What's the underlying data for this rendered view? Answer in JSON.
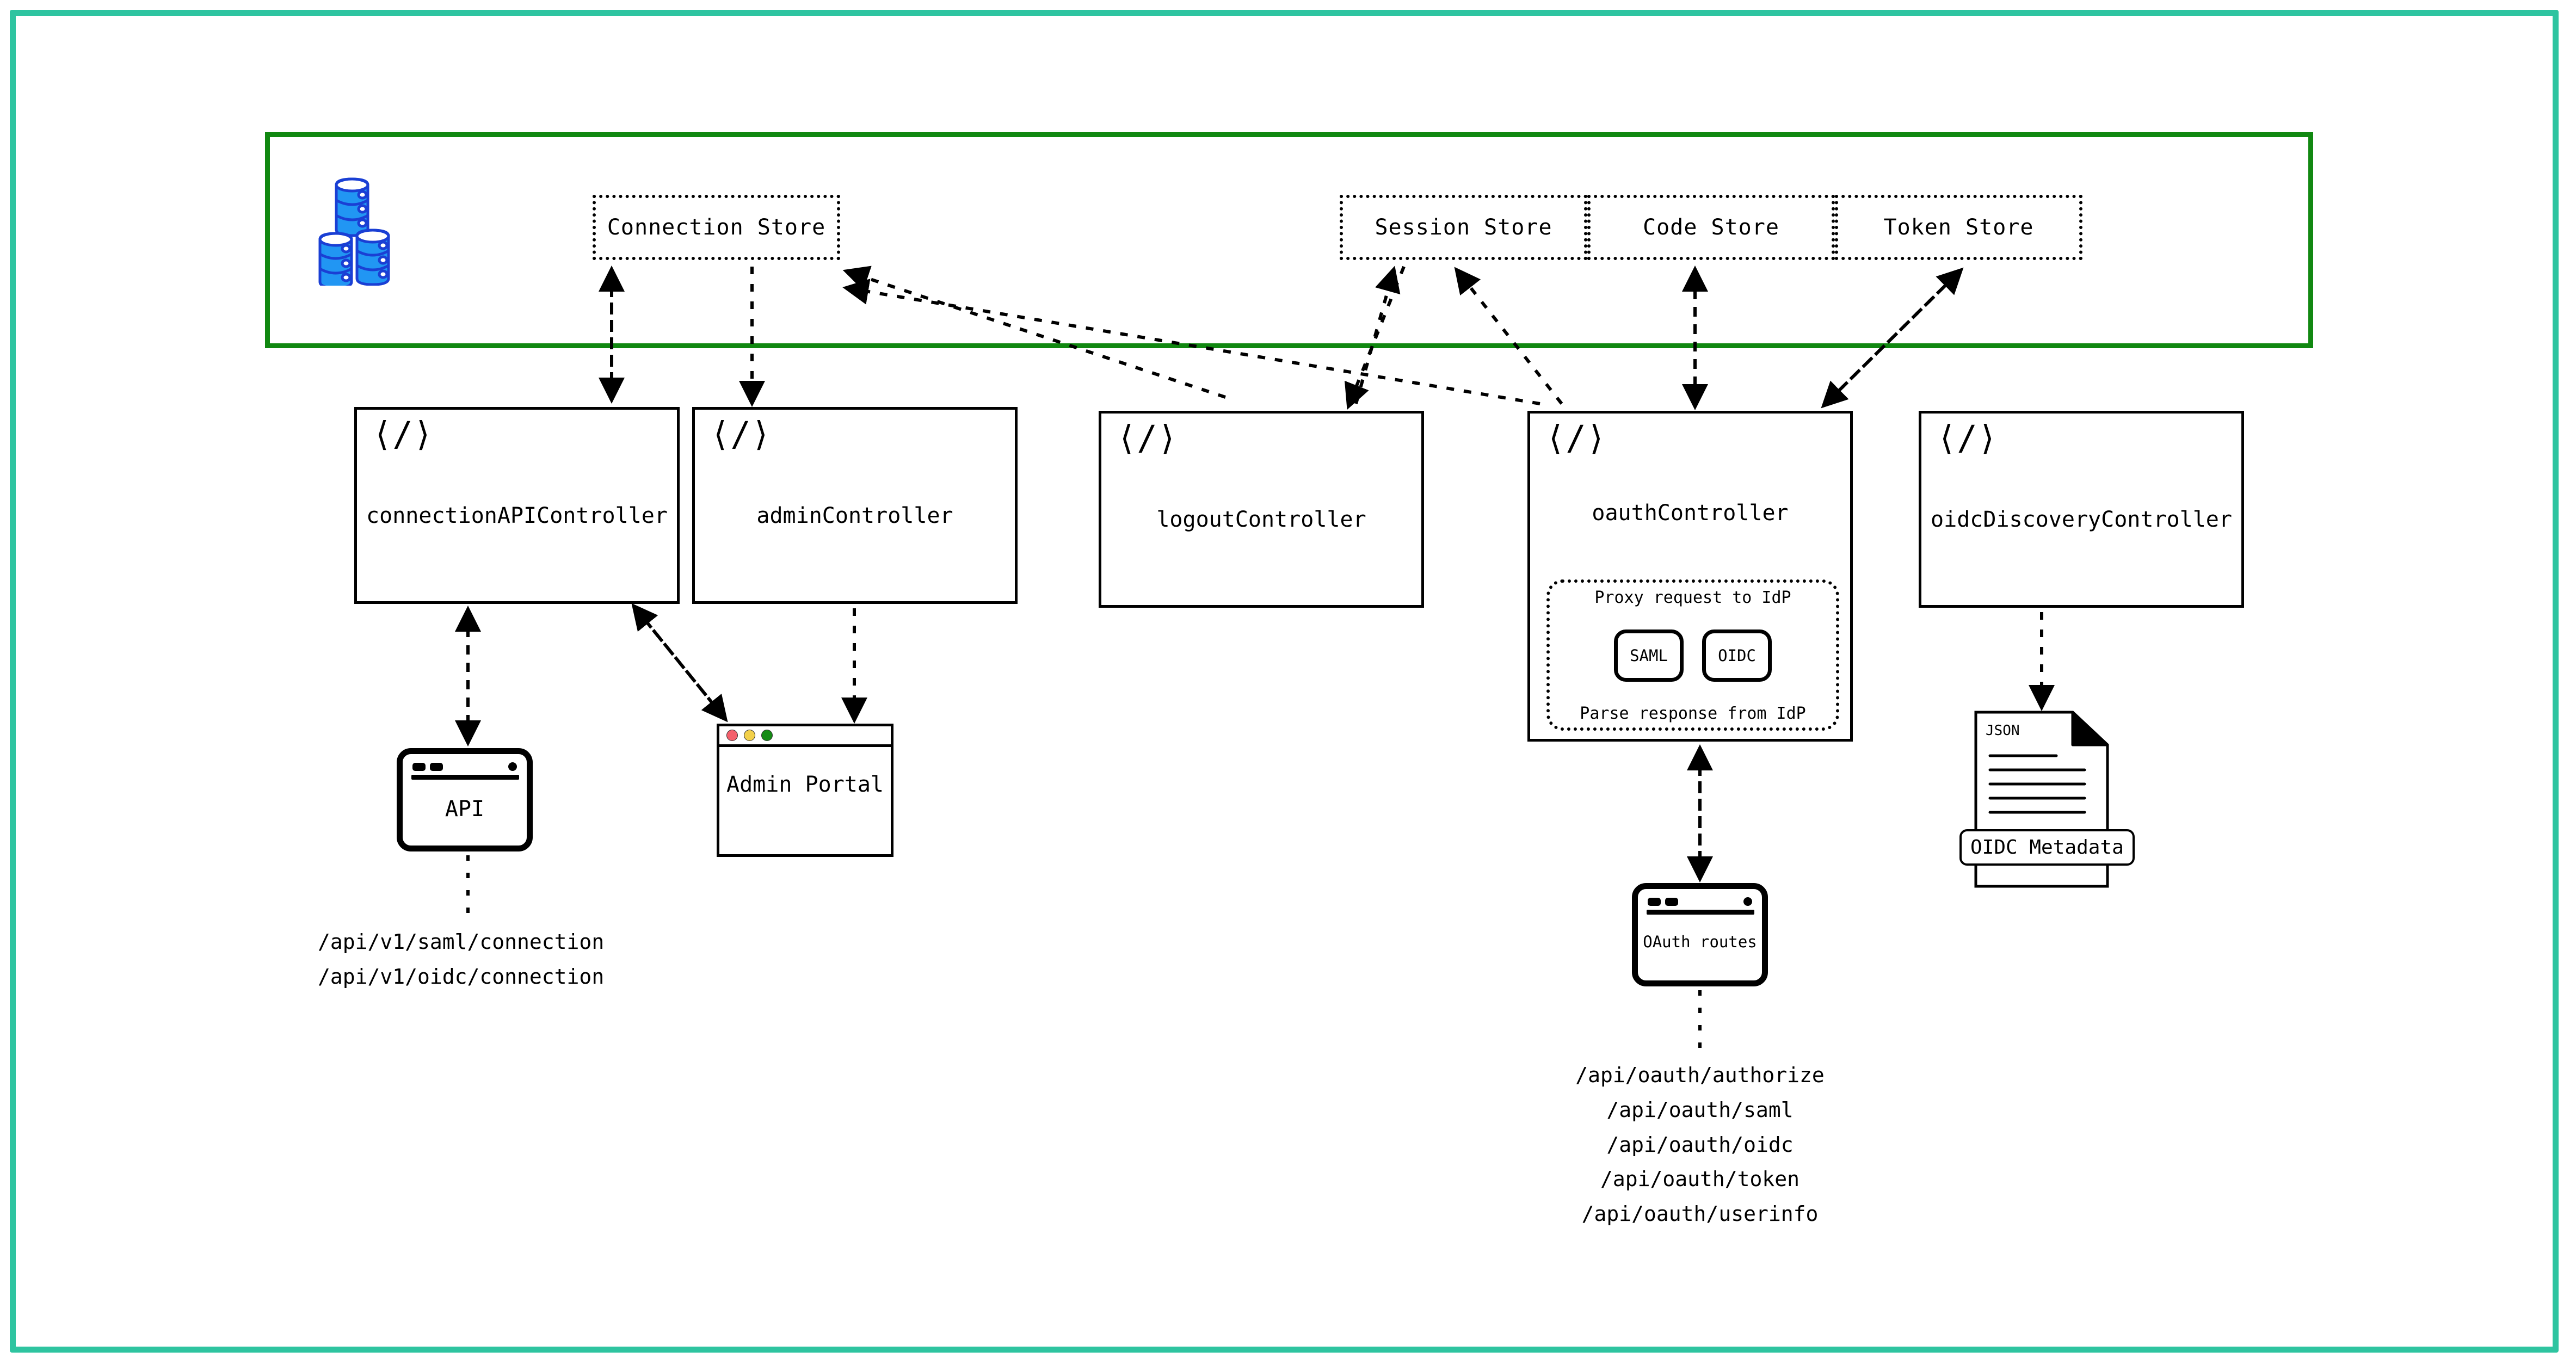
{
  "frame": {
    "outer_color": "#2ec4a0",
    "store_container_color": "#118811"
  },
  "store_container": {
    "db_icon": "database-stack-icon",
    "stores": [
      {
        "id": "connection",
        "label": "Connection Store"
      },
      {
        "id": "session",
        "label": "Session Store"
      },
      {
        "id": "code",
        "label": "Code Store"
      },
      {
        "id": "token",
        "label": "Token Store"
      }
    ]
  },
  "controllers": [
    {
      "id": "connectionAPIController",
      "label": "connectionAPIController",
      "icon": "code-brackets-icon"
    },
    {
      "id": "adminController",
      "label": "adminController",
      "icon": "code-brackets-icon"
    },
    {
      "id": "logoutController",
      "label": "logoutController",
      "icon": "code-brackets-icon"
    },
    {
      "id": "oauthController",
      "label": "oauthController",
      "icon": "code-brackets-icon"
    },
    {
      "id": "oidcDiscoveryController",
      "label": "oidcDiscoveryController",
      "icon": "code-brackets-icon"
    }
  ],
  "idp_group": {
    "top_label": "Proxy request to IdP",
    "bottom_label": "Parse response from IdP",
    "buttons": [
      {
        "id": "saml",
        "label": "SAML"
      },
      {
        "id": "oidc",
        "label": "OIDC"
      }
    ]
  },
  "clients": {
    "api": {
      "label": "API",
      "icon": "browser-window-rounded-icon"
    },
    "admin_portal": {
      "label": "Admin Portal",
      "icon": "browser-window-icon",
      "traffic_lights": [
        {
          "name": "close-light",
          "color": "#f4606c"
        },
        {
          "name": "minimize-light",
          "color": "#f2d04a"
        },
        {
          "name": "maximize-light",
          "color": "#168b16"
        }
      ]
    },
    "oauth_routes": {
      "label": "OAuth routes",
      "icon": "browser-window-rounded-icon"
    },
    "oidc_metadata": {
      "label": "OIDC Metadata",
      "doc_type": "JSON",
      "icon": "json-document-icon"
    }
  },
  "api_paths": [
    "/api/v1/saml/connection",
    "/api/v1/oidc/connection"
  ],
  "oauth_paths": [
    "/api/oauth/authorize",
    "/api/oauth/saml",
    "/api/oauth/oidc",
    "/api/oauth/token",
    "/api/oauth/userinfo"
  ]
}
